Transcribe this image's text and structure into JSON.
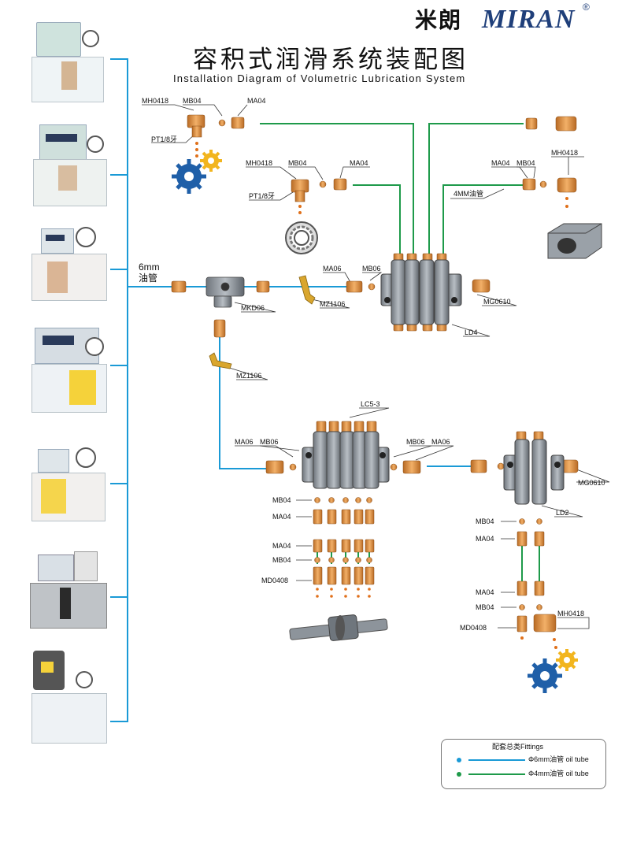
{
  "header": {
    "brand_cn": "米朗",
    "brand_en": "MIRAN",
    "registered": "®",
    "title_cn": "容积式润滑系统装配图",
    "title_en": "Installation Diagram of Volumetric Lubrication System"
  },
  "labels": {
    "mh0418_a": "MH0418",
    "mb04_a": "MB04",
    "ma04_a": "MA04",
    "pt18_a": "PT1/8牙",
    "mh0418_b": "MH0418",
    "mb04_b": "MB04",
    "ma04_b": "MA04",
    "pt18_b": "PT1/8牙",
    "ma04_c": "MA04",
    "mb04_c": "MB04",
    "mh0418_c": "MH0418",
    "tube4mm": "4MM油管",
    "tube6mm_1": "6mm",
    "tube6mm_2": "油管",
    "mkd06": "MKD06",
    "mz1106_a": "MZ1106",
    "ma06_a": "MA06",
    "mb06_a": "MB06",
    "mg0610_a": "MG0610",
    "ld4": "LD4",
    "mz1106_b": "MZ1106",
    "lc53": "LC5-3",
    "ma06_b": "MA06",
    "mb06_b": "MB06",
    "mb06_c": "MB06",
    "ma06_c": "MA06",
    "mg0610_b": "MG0610",
    "ld2": "LD2",
    "mb04_d": "MB04",
    "ma04_d": "MA04",
    "ma04_e": "MA04",
    "mb04_e": "MB04",
    "md0408_a": "MD0408",
    "mb04_f": "MB04",
    "ma04_f": "MA04",
    "ma04_g": "MA04",
    "mb04_g": "MB04",
    "md0408_b": "MD0408",
    "mh0418_d": "MH0418"
  },
  "legend": {
    "title": "配套总类Fittings",
    "item1": "Φ6mm油管  oil tube",
    "item2": "Φ4mm油管  oil tube"
  },
  "colors": {
    "tube6": "#1a9ad6",
    "tube4": "#1e9a4a",
    "brass": "#d98a3a",
    "gear_blue": "#1f5fa8",
    "gear_yellow": "#f2b51e",
    "oil": "#e0701a",
    "brand_blue": "#1f3f7a"
  }
}
